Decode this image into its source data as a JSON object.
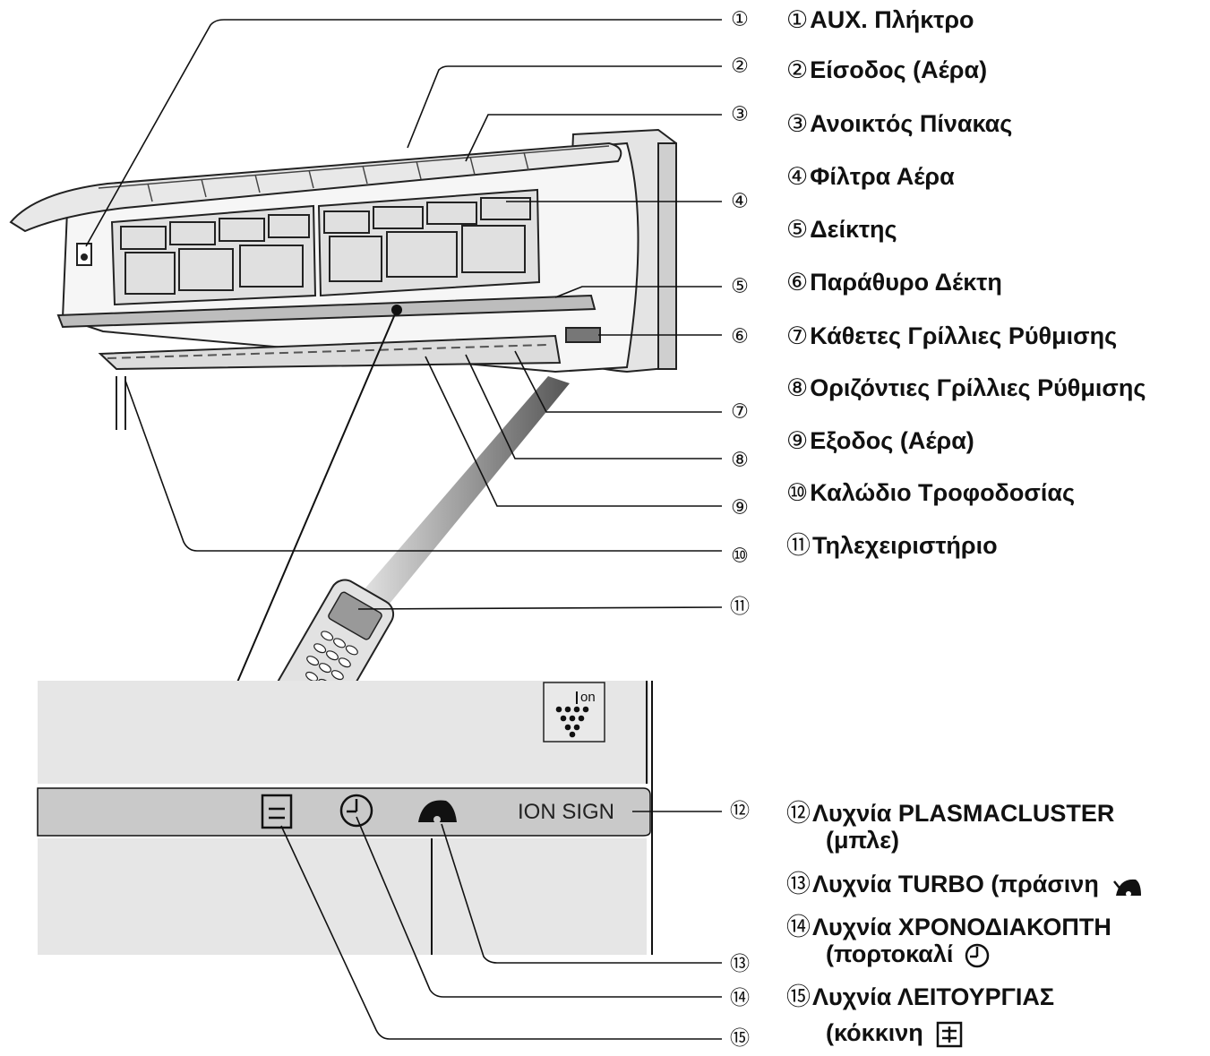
{
  "callouts": [
    "①",
    "②",
    "③",
    "④",
    "⑤",
    "⑥",
    "⑦",
    "⑧",
    "⑨",
    "⑩",
    "⑪",
    "⑫",
    "⑬",
    "⑭",
    "⑮"
  ],
  "legend": [
    {
      "num": "①",
      "text": "AUX. Πλήκτρο"
    },
    {
      "num": "②",
      "text": "Είσοδος (Αέρα)"
    },
    {
      "num": "③",
      "text": "Ανοικτός Πίνακας"
    },
    {
      "num": "④",
      "text": "Φίλτρα Αέρα"
    },
    {
      "num": "⑤",
      "text": "Δείκτης"
    },
    {
      "num": "⑥",
      "text": "Παράθυρο Δέκτη"
    },
    {
      "num": "⑦",
      "text": "Κάθετες Γρίλλιες Ρύθμισης"
    },
    {
      "num": "⑧",
      "text": "Οριζόντιες Γρίλλιες Ρύθμισης"
    },
    {
      "num": "⑨",
      "text": "Εξοδος (Αέρα)"
    },
    {
      "num": "⑩",
      "text": "Καλώδιο Τροφοδοσίας"
    },
    {
      "num": "⑪",
      "text": "Τηλεχειριστήριο"
    },
    {
      "num": "⑫",
      "text": "Λυχνία PLASMACLUSTER",
      "sub": "(μπλε)"
    },
    {
      "num": "⑬",
      "text": "Λυχνία TURBO (πράσινη"
    },
    {
      "num": "⑭",
      "text": "Λυχνία ΧΡΟΝΟΔΙΑΚΟΠΤΗ",
      "sub": "(πορτοκαλί"
    },
    {
      "num": "⑮",
      "text": "Λυχνία ΛΕΙΤΟΥΡΓΙΑΣ",
      "sub": "(κόκκινη"
    }
  ],
  "panel": {
    "ion_sign": "ION SIGN",
    "ion_badge": "on"
  }
}
